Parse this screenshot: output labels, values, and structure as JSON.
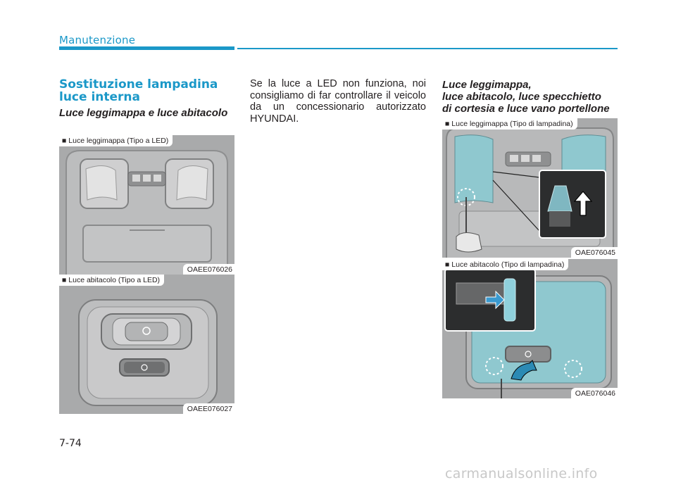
{
  "header": {
    "section": "Manutenzione"
  },
  "left": {
    "heading": "Sostituzione lampadina luce interna",
    "subheading": "Luce leggimappa e luce abitacolo",
    "fig1": {
      "caption": "■ Luce leggimappa (Tipo a LED)",
      "code": "OAEE076026"
    },
    "fig2": {
      "caption": "■ Luce abitacolo (Tipo a LED)",
      "code": "OAEE076027"
    }
  },
  "middle": {
    "paragraph": "Se la luce a LED non funziona, noi consigliamo di far controllare il veicolo da un concessionario autorizzato HYUNDAI."
  },
  "right": {
    "heading_lines": [
      "Luce leggimappa,",
      "luce abitacolo, luce specchietto",
      "di cortesia e luce vano portellone"
    ],
    "fig3": {
      "caption": "■ Luce leggimappa (Tipo di lampadina)",
      "code": "OAE076045"
    },
    "fig4": {
      "caption": "■ Luce abitacolo (Tipo di lampadina)",
      "code": "OAE076046"
    }
  },
  "footer": {
    "page_number": "7-74",
    "watermark": "carmanualsonline.info"
  },
  "colors": {
    "accent": "#1b98c8",
    "illustration_gray": "#a9aaab",
    "lens_tint": "#8fc8cf"
  }
}
